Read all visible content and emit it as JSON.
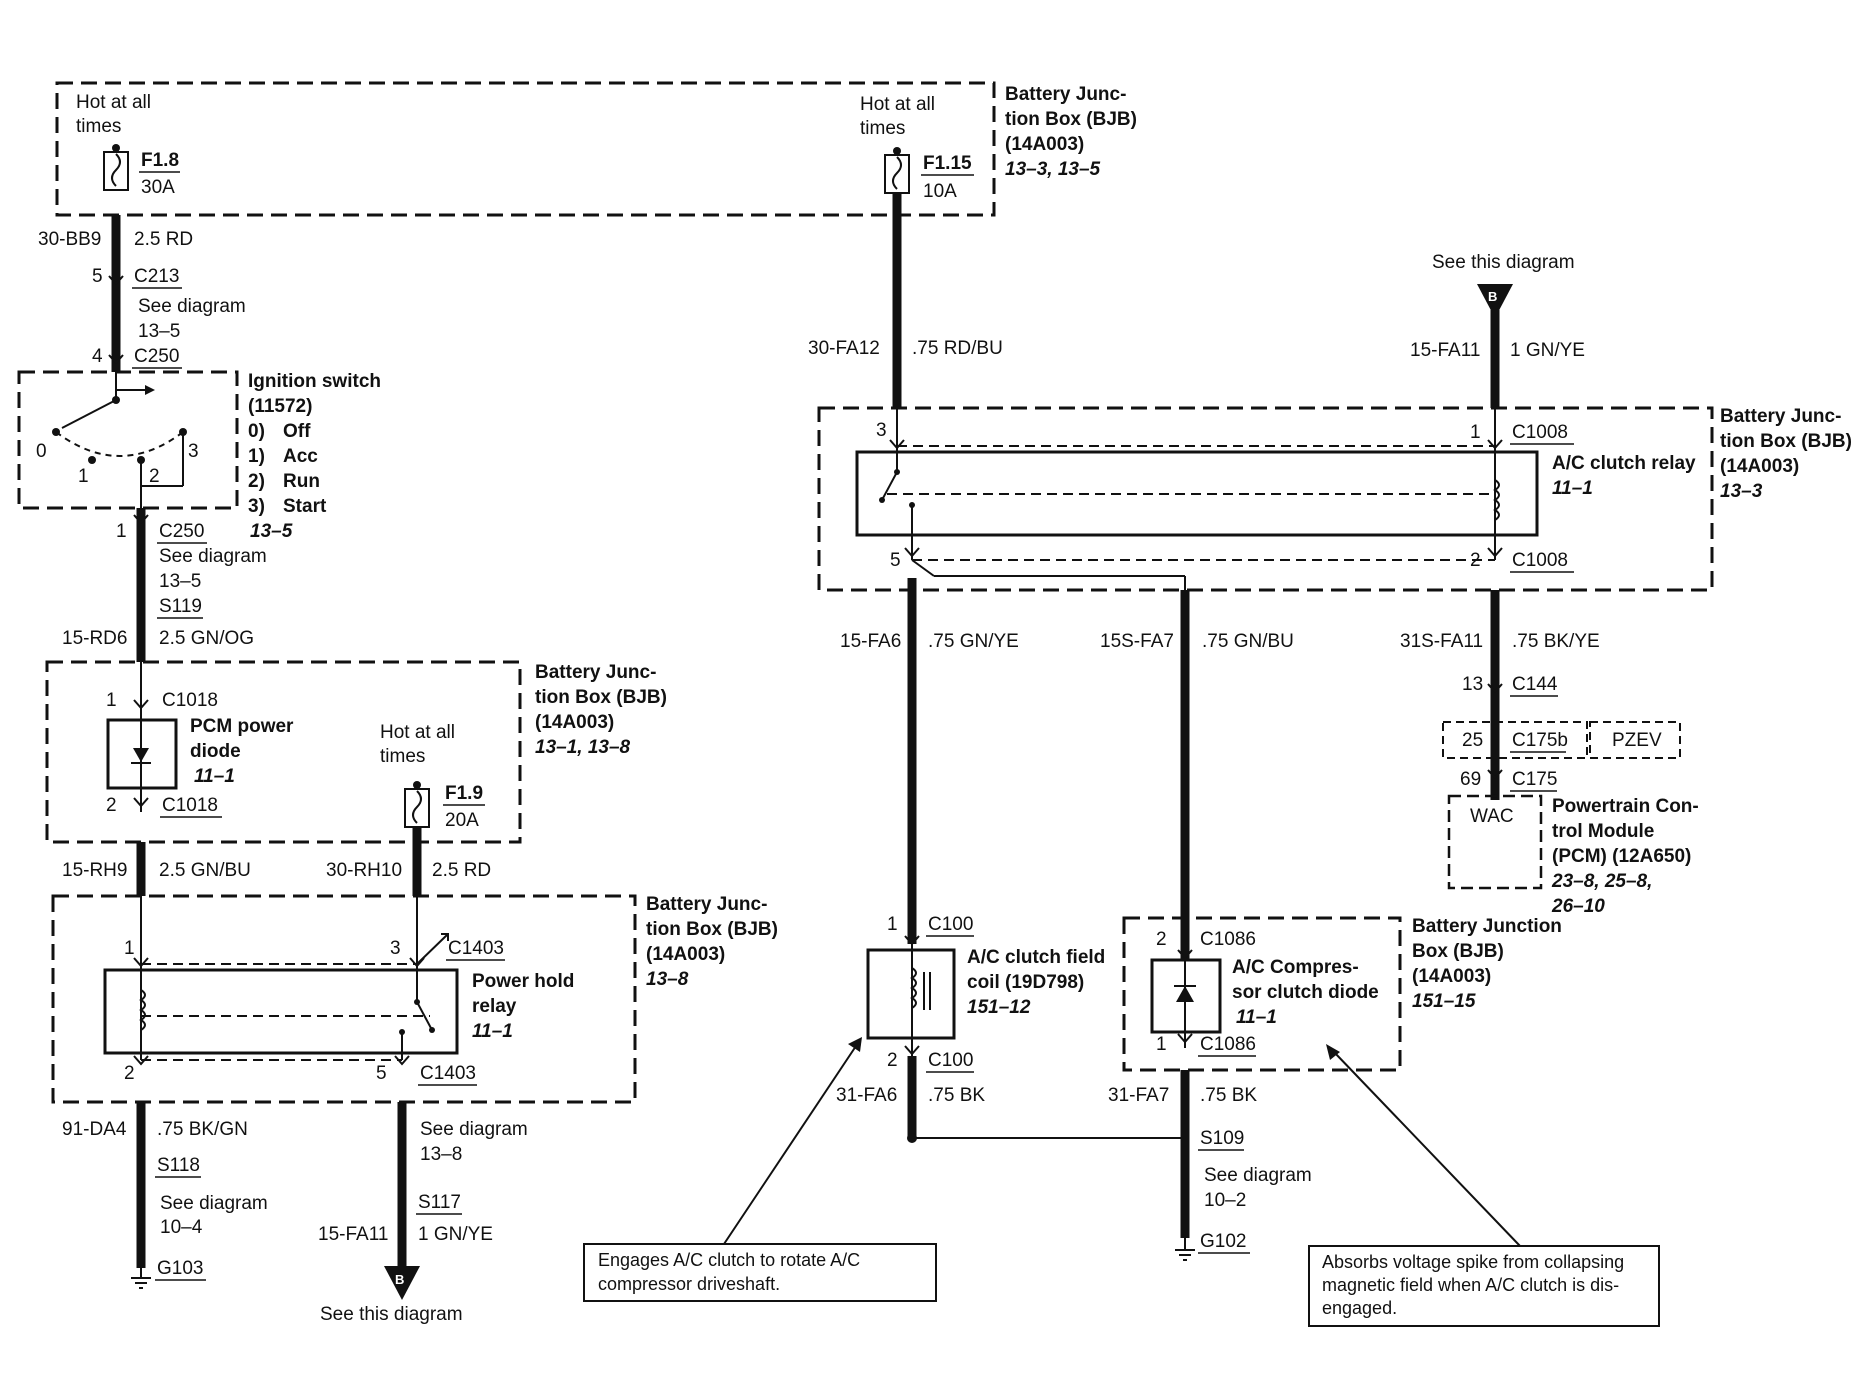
{
  "labels": {
    "hot1": "Hot at all",
    "times1": "times",
    "f18": "F1.8",
    "a30": "30A",
    "hot2": "Hot at all",
    "times2": "times",
    "f115": "F1.15",
    "a10": "10A",
    "bjb_top_1": "Battery Junc-",
    "bjb_top_2": "tion Box (BJB)",
    "bjb_top_3": "(14A003)",
    "bjb_top_4": "13–3, 13–5",
    "c30bb9": "30-BB9",
    "rd25a": "2.5 RD",
    "pin5": "5",
    "c213": "C213",
    "seediag1": "See diagram",
    "ref135a": "13–5",
    "pin4": "4",
    "c250a": "C250",
    "ign_1": "Ignition switch",
    "ign_2": "(11572)",
    "ign_0": "0)",
    "ign_off": "Off",
    "ign_1n": "1)",
    "ign_acc": "Acc",
    "ign_2n": "2)",
    "ign_run": "Run",
    "ign_3n": "3)",
    "ign_start": "Start",
    "ign_ref": "13–5",
    "sw0": "0",
    "sw1": "1",
    "sw2": "2",
    "sw3": "3",
    "pin1a": "1",
    "c250b": "C250",
    "seediag2": "See diagram",
    "ref135b": "13–5",
    "s119": "S119",
    "c15rd6": "15-RD6",
    "gnog": "2.5 GN/OG",
    "bjb_mid_1": "Battery Junc-",
    "bjb_mid_2": "tion Box (BJB)",
    "bjb_mid_3": "(14A003)",
    "bjb_mid_4": "13–1, 13–8",
    "pin1b": "1",
    "c1018a": "C1018",
    "pcm_d1": "PCM power",
    "pcm_d2": "diode",
    "pcm_d3": "11–1",
    "pin2a": "2",
    "c1018b": "C1018",
    "hot3": "Hot at all",
    "times3": "times",
    "f19": "F1.9",
    "a20": "20A",
    "c15rh9": "15-RH9",
    "gnbu": "2.5 GN/BU",
    "c30rh10": "30-RH10",
    "rd25b": "2.5 RD",
    "bjb_low_1": "Battery Junc-",
    "bjb_low_2": "tion Box (BJB)",
    "bjb_low_3": "(14A003)",
    "bjb_low_4": "13–8",
    "pin1c": "1",
    "pin3a": "3",
    "c1403a": "C1403",
    "phr1": "Power hold",
    "phr2": "relay",
    "phr3": "11–1",
    "pin2b": "2",
    "pin5a": "5",
    "c1403b": "C1403",
    "c91da4": "91-DA4",
    "bkgn": ".75 BK/GN",
    "s118": "S118",
    "seediag3": "See diagram",
    "ref104": "10–4",
    "g103": "G103",
    "seediag4": "See diagram",
    "ref138": "13–8",
    "s117": "S117",
    "c15fa11a": "15-FA11",
    "gnye1a": "1 GN/YE",
    "b1": "B",
    "seethis1": "See this diagram",
    "c30fa12": "30-FA12",
    "rdbu": ".75 RD/BU",
    "seethis2": "See this diagram",
    "b2": "B",
    "c15fa11b": "15-FA11",
    "gnye1b": "1 GN/YE",
    "pin3b": "3",
    "pin1d": "1",
    "c1008a": "C1008",
    "acr1": "A/C clutch relay",
    "acr2": "11–1",
    "bjb_r_1": "Battery Junc-",
    "bjb_r_2": "tion Box (BJB)",
    "bjb_r_3": "(14A003)",
    "bjb_r_4": "13–3",
    "pin5b": "5",
    "pin2c": "2",
    "c1008b": "C1008",
    "c15fa6": "15-FA6",
    "gnye75": ".75 GN/YE",
    "c15sfa7": "15S-FA7",
    "gnbu75": ".75 GN/BU",
    "c31sfa11": "31S-FA11",
    "bkye75": ".75 BK/YE",
    "pin13": "13",
    "c144": "C144",
    "pin25": "25",
    "c175b": "C175b",
    "pzev": "PZEV",
    "pin69": "69",
    "c175": "C175",
    "wac": "WAC",
    "pcm1": "Powertrain Con-",
    "pcm2": "trol Module",
    "pcm3": "(PCM) (12A650)",
    "pcm4": "23–8, 25–8,",
    "pcm5": "26–10",
    "pin1e": "1",
    "c100a": "C100",
    "acc1": "A/C clutch field",
    "acc2": "coil (19D798)",
    "acc3": "151–12",
    "pin2d": "2",
    "c100b": "C100",
    "c31fa6": "31-FA6",
    "bk75a": ".75 BK",
    "pin2e": "2",
    "c1086a": "C1086",
    "acd1": "A/C Compres-",
    "acd2": "sor clutch diode",
    "acd3": "11–1",
    "pin1f": "1",
    "c1086b": "C1086",
    "bjb_d_1": "Battery Junction",
    "bjb_d_2": "Box (BJB)",
    "bjb_d_3": "(14A003)",
    "bjb_d_4": "151–15",
    "c31fa7": "31-FA7",
    "bk75b": ".75 BK",
    "s109": "S109",
    "seediag5": "See diagram",
    "ref102": "10–2",
    "g102": "G102",
    "note1a": "Engages A/C clutch to rotate A/C",
    "note1b": "compressor driveshaft.",
    "note2a": "Absorbs voltage spike from collapsing",
    "note2b": "magnetic field when A/C clutch is dis-",
    "note2c": "engaged."
  }
}
